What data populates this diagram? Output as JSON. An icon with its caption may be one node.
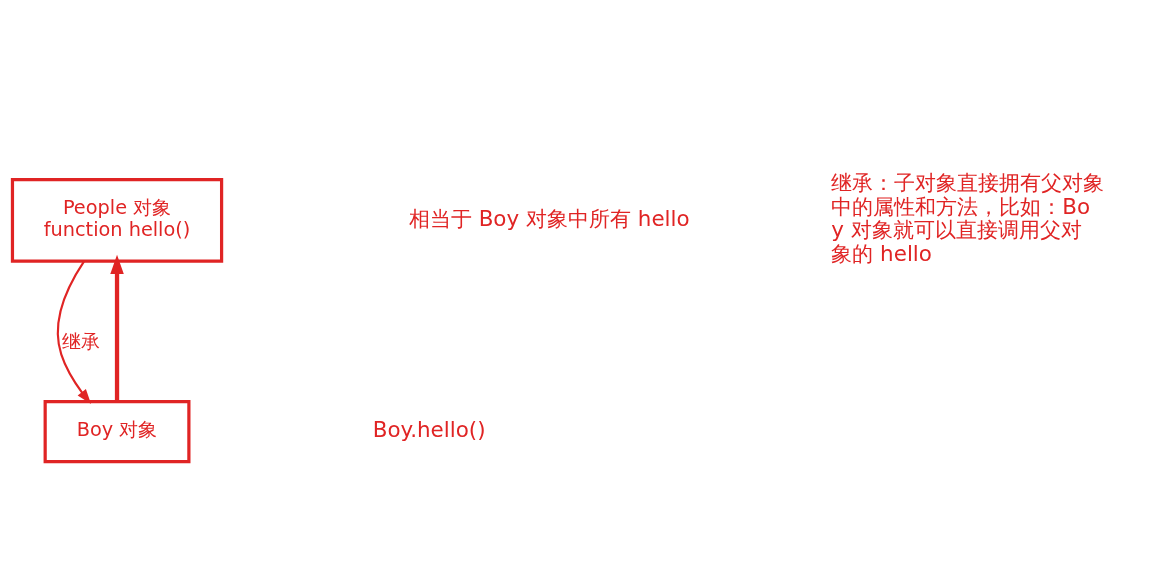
{
  "diagram": {
    "nodes": [
      {
        "text": [
          "People 对象",
          "function hello()"
        ]
      },
      {
        "text": [
          "Boy 对象"
        ]
      }
    ],
    "edges": [
      {
        "from": 0,
        "to": 1,
        "arrow": "to",
        "label": "继承"
      },
      {
        "from": 1,
        "to": 0,
        "arrow": "to",
        "style": "thick"
      }
    ],
    "labels": [
      "继承：子对象直接拥有父对象中的属性和方法，比如：Boy 对象就可以直接调用父对象的 hello",
      "相当于 Boy 对象中所有 hello",
      "Boy.hello()"
    ]
  }
}
